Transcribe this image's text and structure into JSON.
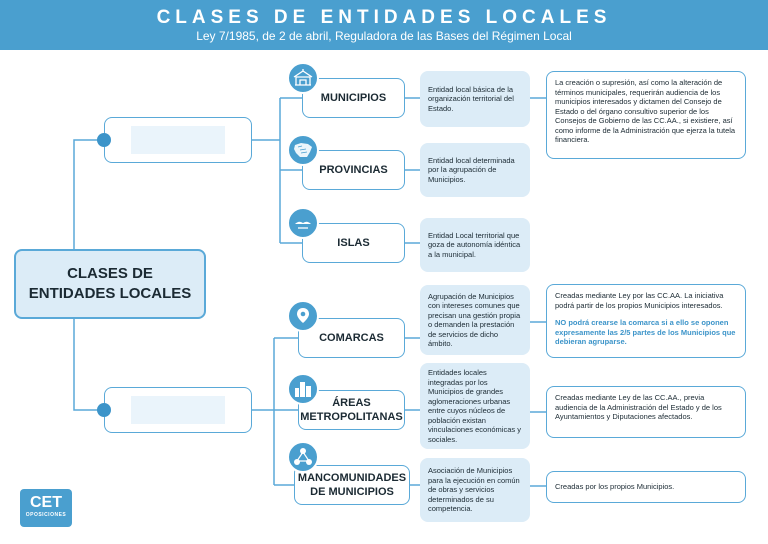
{
  "header": {
    "title": "CLASES DE ENTIDADES LOCALES",
    "subtitle": "Ley 7/1985, de 2 de abril, Reguladora de las Bases del Régimen Local"
  },
  "root": {
    "line1": "CLASES DE",
    "line2": "ENTIDADES LOCALES"
  },
  "colors": {
    "accent": "#4a9fcf",
    "border": "#5aa9d8",
    "desc_bg": "#dcecf7",
    "highlight": "#3c94c9"
  },
  "entities": [
    {
      "name": "MUNICIPIOS",
      "icon": "town-hall-icon",
      "description": "Entidad local básica de la organización territorial del Estado.",
      "note": "La creación o supresión, así como la alteración de términos municipales, requerirán audiencia de los municipios interesados y dictamen del Consejo de Estado o del órgano consultivo superior de los Consejos de Gobierno de las CC.AA., si existiere, así como informe de la Administración que ejerza la tutela financiera."
    },
    {
      "name": "PROVINCIAS",
      "icon": "spain-map-icon",
      "description": "Entidad local determinada por la agrupación de Municipios."
    },
    {
      "name": "ISLAS",
      "icon": "island-icon",
      "description": "Entidad Local territorial que goza de autonomía idéntica a la municipal."
    },
    {
      "name": "COMARCAS",
      "icon": "map-pin-icon",
      "description": "Agrupación de Municipios con intereses comunes que precisan una gestión propia o demanden la prestación de servicios de dicho ámbito.",
      "note": "Creadas mediante Ley por las CC.AA. La iniciativa podrá partir de los propios Municipios interesados.",
      "note_highlight": "NO podrá crearse la comarca si a ello se oponen expresamente las 2/5 partes de los Municipios que debieran agruparse."
    },
    {
      "name_line1": "ÁREAS",
      "name_line2": "METROPOLITANAS",
      "icon": "city-icon",
      "description": "Entidades locales integradas por los Municipios de grandes aglomeraciones urbanas entre cuyos núcleos de población existan vinculaciones económicas y sociales.",
      "note": "Creadas mediante Ley de las CC.AA., previa audiencia de la Administración del Estado y de los Ayuntamientos y Diputaciones afectados."
    },
    {
      "name_line1": "MANCOMUNIDADES",
      "name_line2": "DE MUNICIPIOS",
      "icon": "network-icon",
      "description": "Asociación de Municipios para la ejecución en común de obras y servicios determinados de su competencia.",
      "note": "Creadas por los propios Municipios."
    }
  ],
  "logo": {
    "main": "CET",
    "sub": "OPOSICIONES"
  }
}
